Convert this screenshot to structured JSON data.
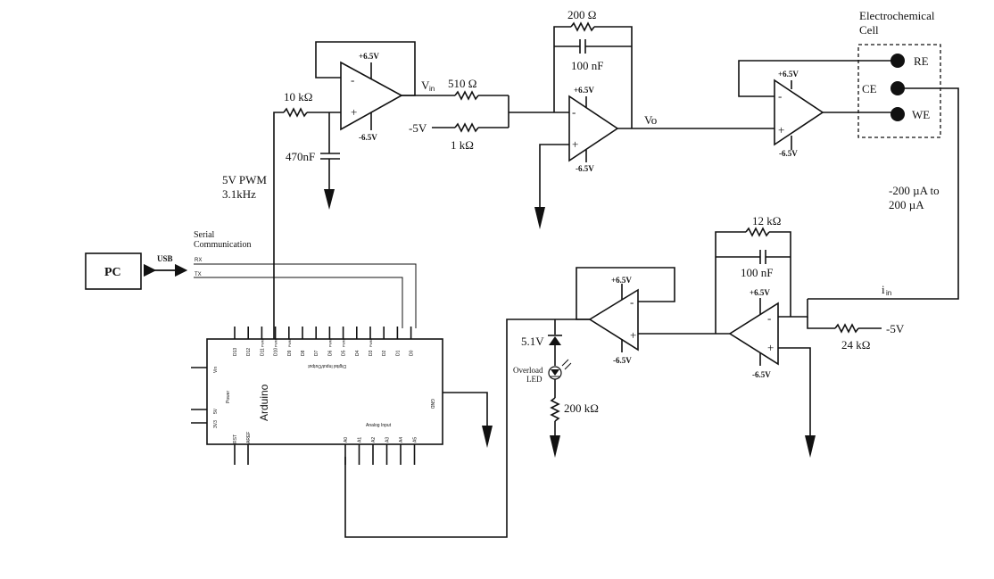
{
  "labels": {
    "cell_title": "Electrochemical",
    "cell_title2": "Cell",
    "re": "RE",
    "ce": "CE",
    "we": "WE",
    "pc": "PC",
    "usb": "USB",
    "serial1": "Serial",
    "serial2": "Communication",
    "rx": "RX",
    "tx": "TX",
    "pwm1": "5V PWM",
    "pwm2": "3.1kHz",
    "r10k": "10 kΩ",
    "c470": "470nF",
    "vin": "V",
    "vin_sub": "in",
    "r510": "510 Ω",
    "neg5a": "-5V",
    "r1k": "1 kΩ",
    "r200": "200 Ω",
    "c100a": "100 nF",
    "vo": "Vo",
    "range1": "-200 µA to",
    "range2": "200 µA",
    "r12k": "12 kΩ",
    "c100b": "100 nF",
    "iin": "i",
    "iin_sub": "in",
    "neg5b": "-5V",
    "r24k": "24 kΩ",
    "z51": "5.1V",
    "led1": "Overload",
    "led2": "LED",
    "r200k": "200 kΩ",
    "arduino": "Arduino",
    "power": "Power",
    "digital": "Digital Input/Output",
    "analog": "Analog Input",
    "gnd": "GND",
    "vin_pin": "Vin",
    "rst": "RST",
    "aref": "AREF",
    "v5": "5V",
    "v33": "3V3",
    "pwm_tag": "PWM",
    "plus": "+",
    "minus": "-",
    "p65": "+6.5V",
    "m65": "-6.5V"
  },
  "digital_pins": [
    "D13",
    "D12",
    "D11",
    "D10",
    "D9",
    "D8",
    "D7",
    "D6",
    "D5",
    "D4",
    "D3",
    "D2",
    "D1",
    "D0"
  ],
  "analog_pins": [
    "A0",
    "A1",
    "A2",
    "A3",
    "A4",
    "A5"
  ]
}
